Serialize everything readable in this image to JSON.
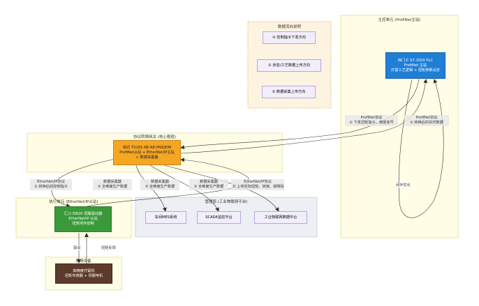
{
  "clusters": {
    "legend": {
      "title": "数据流向说明"
    },
    "plc": {
      "title": "主控单元 (ProfiNet主站)"
    },
    "gateway": {
      "title": "协议转换网关 (核心枢纽)"
    },
    "servo": {
      "title": "执行单元 (EtherNet/IP从站)"
    },
    "field": {
      "title": "现场设备"
    },
    "mgmt": {
      "title": "管理层 (工业物联网平台)"
    }
  },
  "nodes": {
    "legend_1": [
      "① 控制指令下发方向"
    ],
    "legend_2": [
      "② 状态/工艺数据上传方向"
    ],
    "legend_3": [
      "③ 数据采集上传方向"
    ],
    "plc": [
      "西门子 S7-1500 PLC",
      "ProfiNet 主站",
      "拧紧工艺逻辑 + 扭矩参数设定"
    ],
    "gateway": [
      "塔讯 TX181-RE-RE-PNS/EIM",
      "ProfiNet从站 + EtherNet/IP主站",
      "+ 数据采集器"
    ],
    "servo": [
      "汇川 IS620 伺服驱动器",
      "EtherNet/IP 从站",
      "扭矩闭环控制"
    ],
    "field": [
      "高精度拧紧机",
      "扭矩传感器 + 伺服电机"
    ],
    "mes": [
      "车间MES系统"
    ],
    "scada": [
      "SCADA监控平台"
    ],
    "iot": [
      "工业物联网数据中台"
    ]
  },
  "edge_labels": {
    "plc_down": [
      "ProfiNet协议",
      "① 下发扭矩指令、使能信号"
    ],
    "plc_up": [
      "ProfiNet协议",
      "② 转换后的实时数据"
    ],
    "gw_servo": [
      "EtherNet/IP协议",
      "① 转换后的控制指令"
    ],
    "gw_mes": [
      "数据采集器",
      "③ 全维度生产数据"
    ],
    "gw_scada": [
      "数据采集器",
      "③ 全维度生产数据"
    ],
    "gw_iot": [
      "数据采集器",
      "③ 全维度生产数据"
    ],
    "servo_gw": [
      "EtherNet/IP协议",
      "② 上传实际扭矩、转速、故障码"
    ],
    "loop": "闭环优化",
    "drive": "驱动",
    "feedback": "扭矩反馈"
  },
  "colors": {
    "plc": "#1f7fd6",
    "gateway": "#f5a623",
    "servo": "#3a9a3a",
    "field": "#5d3a2a",
    "cluster_yellow": "#fffde6",
    "cluster_orange": "#fdf3e1",
    "cluster_grey": "#eceff3",
    "node_purple": "#f3eefc"
  }
}
